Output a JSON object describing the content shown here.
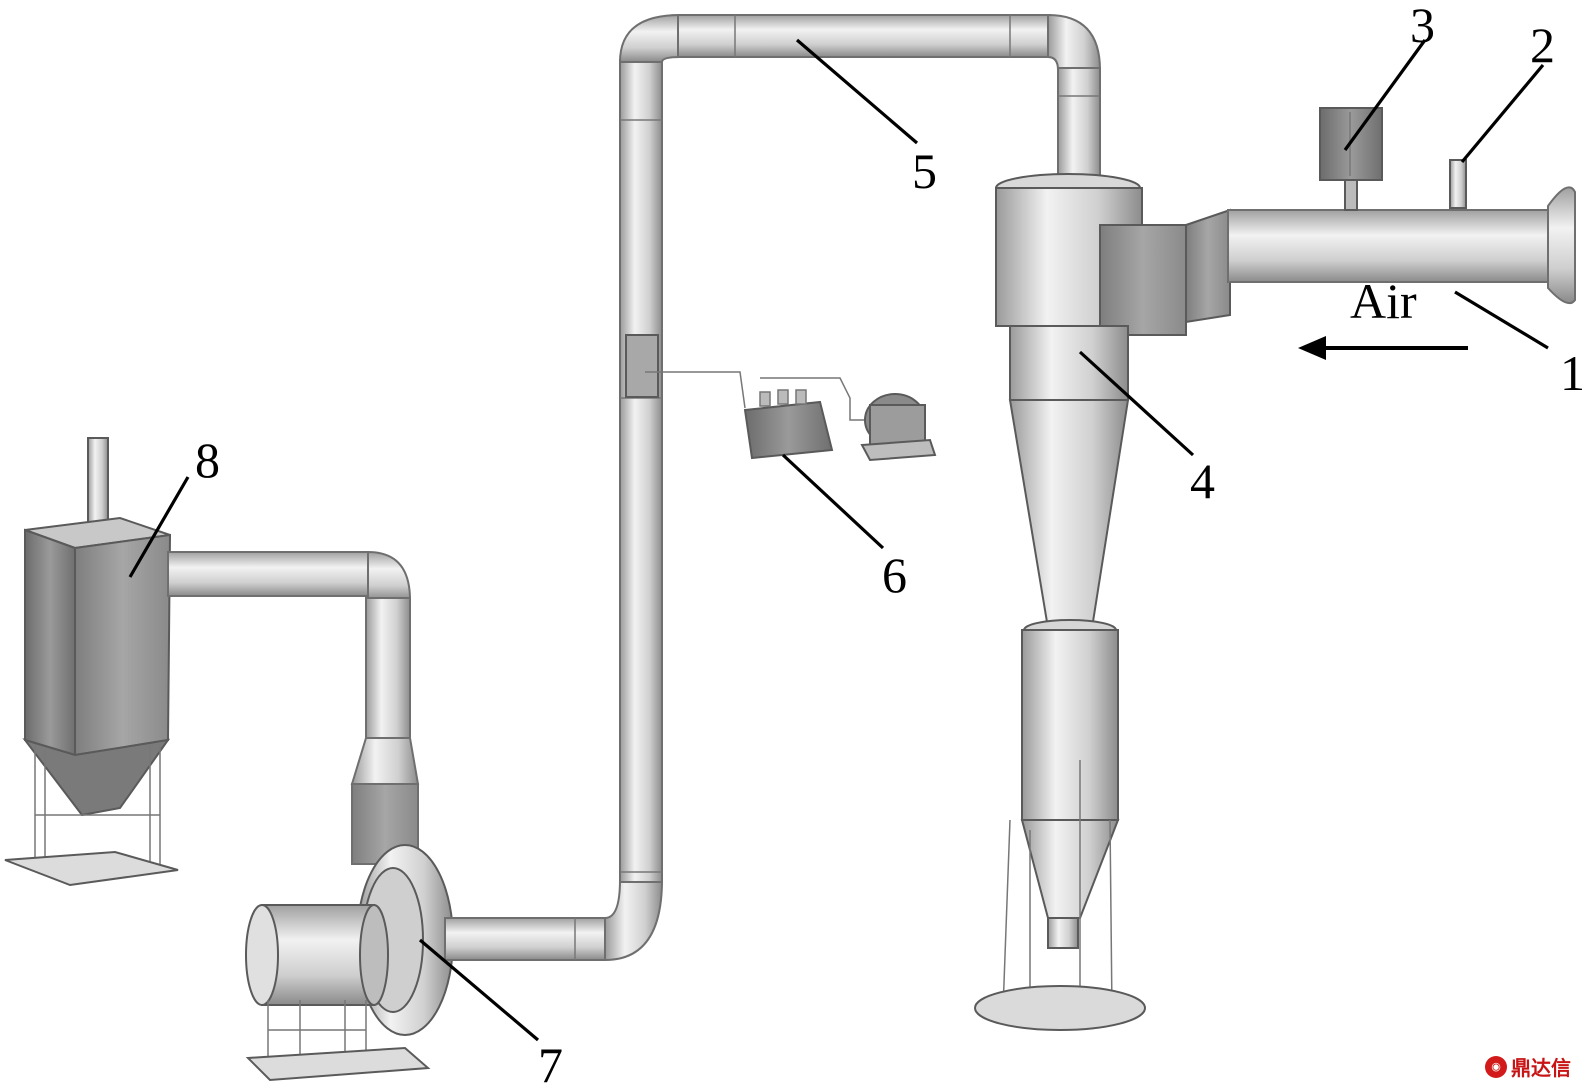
{
  "callouts": {
    "c1": "1",
    "c2": "2",
    "c3": "3",
    "c4": "4",
    "c5": "5",
    "c6": "6",
    "c7": "7",
    "c8": "8"
  },
  "air_label": "Air",
  "watermark": {
    "text": "鼎达信",
    "color": "#c81414"
  },
  "colors": {
    "metal_light": "#e6e6e6",
    "metal_mid": "#b9b9b9",
    "metal_dark": "#8a8a8a",
    "dust_collector": "#9e9e9e"
  }
}
